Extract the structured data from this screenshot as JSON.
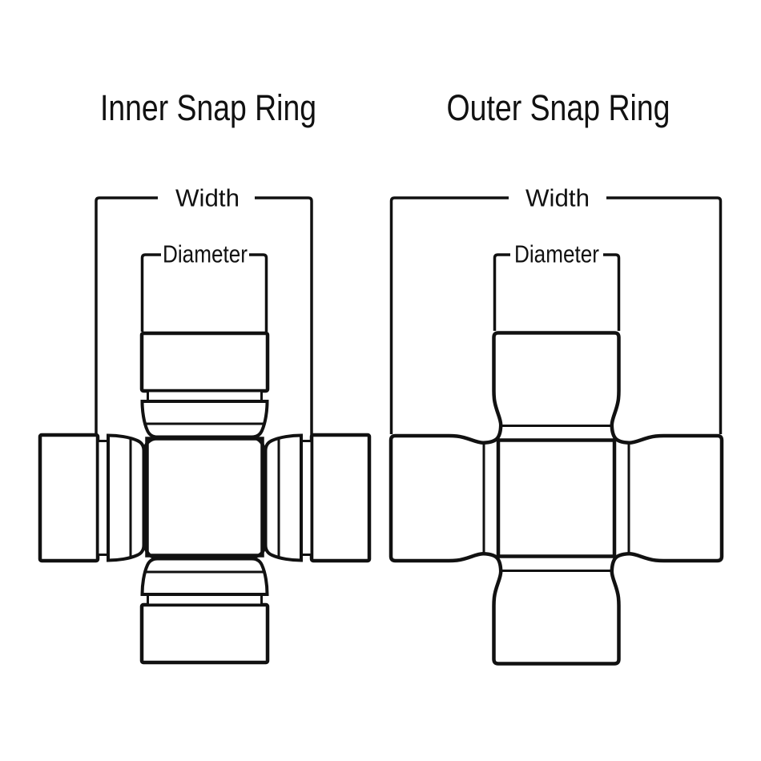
{
  "page": {
    "background_color": "#ffffff",
    "line_color": "#111111"
  },
  "left_diagram": {
    "title": "Inner Snap Ring",
    "width_label": "Width",
    "diameter_label": "Diameter"
  },
  "right_diagram": {
    "title": "Outer Snap Ring",
    "width_label": "Width",
    "diameter_label": "Diameter"
  }
}
